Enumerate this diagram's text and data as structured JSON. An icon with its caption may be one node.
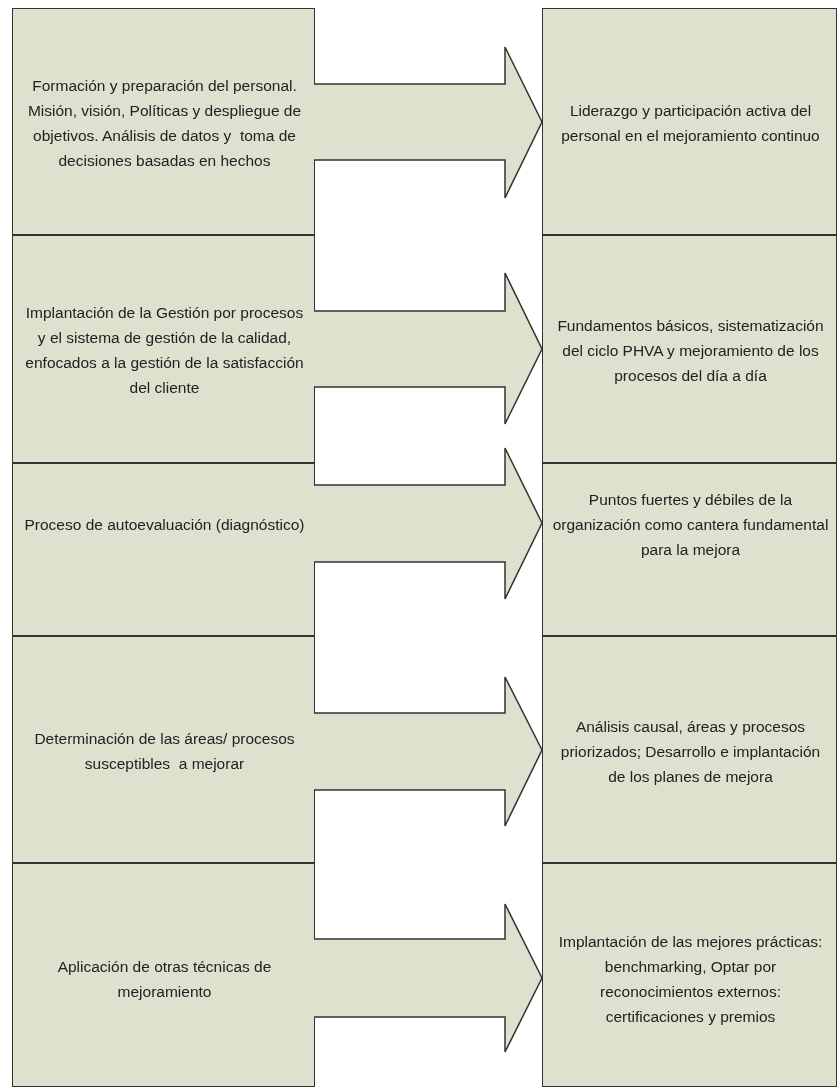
{
  "diagram": {
    "nodes": [
      {
        "text": [
          "Formación y preparación del personal. Misión, visión, Políticas y despliegue de objetivos. Análisis de datos y  toma de decisiones basadas en hechos"
        ]
      },
      {
        "text": [
          "Liderazgo y participación activa del personal en el mejoramiento continuo"
        ]
      },
      {
        "text": [
          "Implantación de la Gestión por procesos y el sistema de gestión de la calidad, enfocados a la gestión de la satisfacción del cliente"
        ]
      },
      {
        "text": [
          "Fundamentos básicos, sistematización del ciclo PHVA y mejoramiento de los procesos del día a día"
        ]
      },
      {
        "text": [
          "Proceso de autoevaluación (diagnóstico)"
        ]
      },
      {
        "text": [
          "Puntos fuertes y débiles de la organización como cantera fundamental para la mejora"
        ]
      },
      {
        "text": [
          "Determinación de las áreas/ procesos susceptibles  a mejorar"
        ]
      },
      {
        "text": [
          "Análisis causal, áreas y procesos priorizados; Desarrollo e implantación de los planes de mejora"
        ]
      },
      {
        "text": [
          "Aplicación de otras técnicas de mejoramiento"
        ]
      },
      {
        "text": [
          "Implantación de las mejores prácticas: benchmarking, Optar por reconocimientos externos: certificaciones y premios"
        ]
      }
    ],
    "edges": [
      {
        "from": 0,
        "to": 1,
        "arrow": "to"
      },
      {
        "from": 2,
        "to": 3,
        "arrow": "to"
      },
      {
        "from": 4,
        "to": 5,
        "arrow": "to"
      },
      {
        "from": 6,
        "to": 7,
        "arrow": "to"
      },
      {
        "from": 8,
        "to": 9,
        "arrow": "to"
      }
    ]
  }
}
